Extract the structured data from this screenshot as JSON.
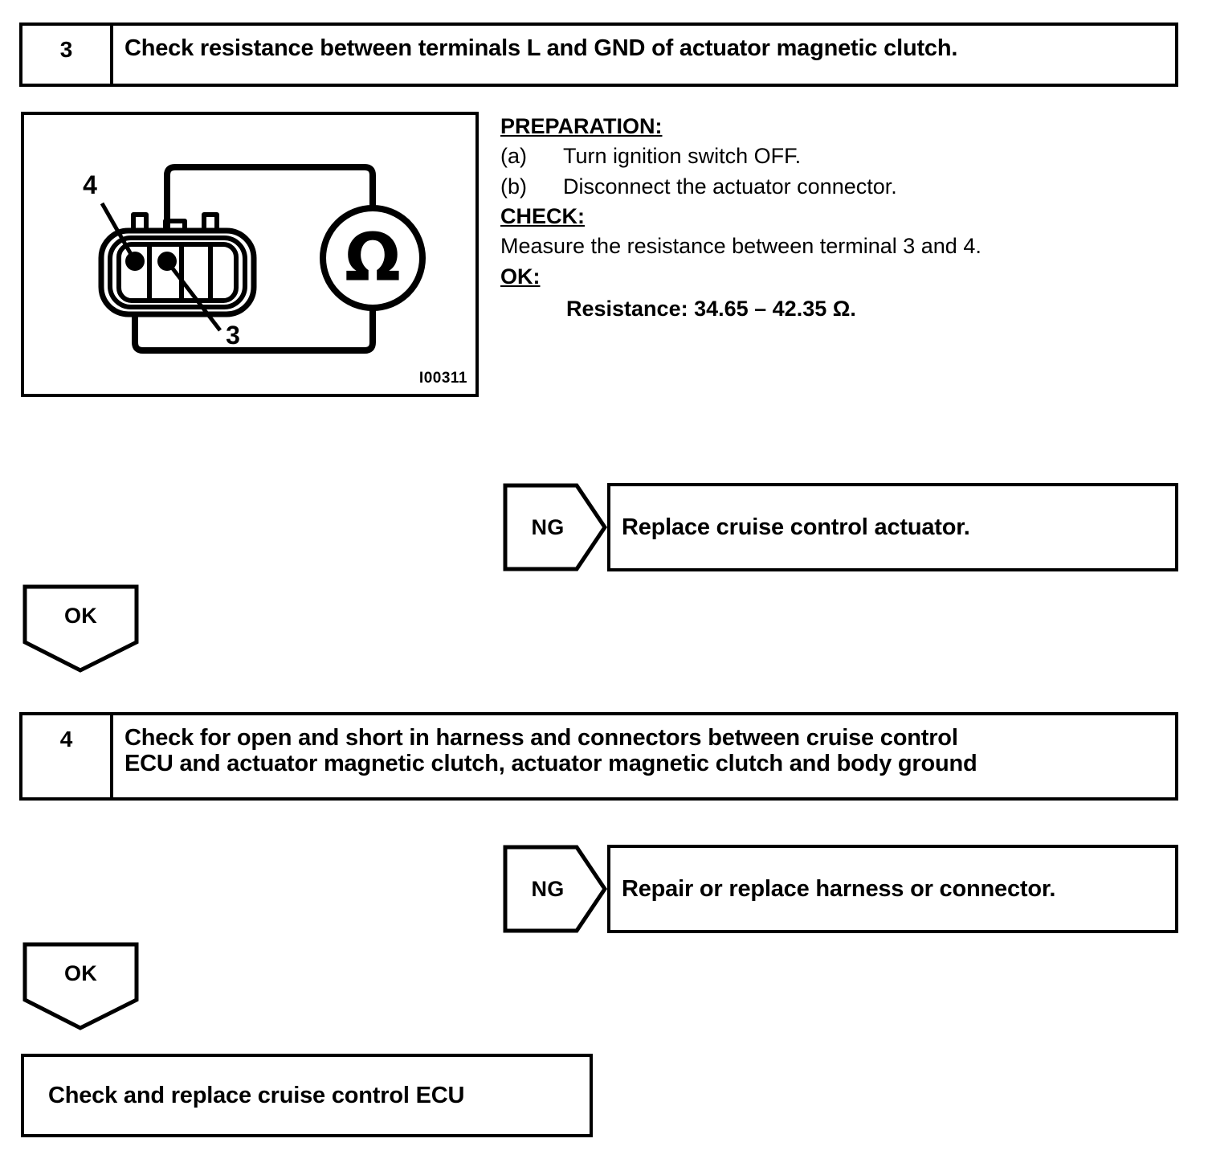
{
  "steps": [
    {
      "number": "3",
      "title": "Check resistance between terminals L and GND of actuator magnetic clutch."
    },
    {
      "number": "4",
      "title": "Check for open and short in harness and connectors between cruise control\nECU and actuator magnetic clutch, actuator magnetic clutch and body ground"
    }
  ],
  "instructions": {
    "preparation_heading": "PREPARATION:",
    "preparation_items": [
      {
        "marker": "(a)",
        "text": "Turn ignition switch OFF."
      },
      {
        "marker": "(b)",
        "text": "Disconnect the actuator connector."
      }
    ],
    "check_heading": "CHECK:",
    "check_text": "Measure the resistance between terminal 3 and 4.",
    "ok_heading": "OK:",
    "ok_spec": "Resistance: 34.65 – 42.35 Ω."
  },
  "figure": {
    "code": "I00311",
    "meter_symbol": "Ω",
    "terminal_labels": [
      {
        "label": "4",
        "terminal": "left-probe"
      },
      {
        "label": "3",
        "terminal": "right-probe"
      }
    ]
  },
  "branches": [
    {
      "judgement": "NG",
      "action": "Replace cruise control actuator."
    },
    {
      "judgement": "NG",
      "action": "Repair or replace harness or connector."
    }
  ],
  "ok_arrows": [
    {
      "label": "OK"
    },
    {
      "label": "OK"
    }
  ],
  "final": {
    "text": "Check and replace cruise control ECU"
  },
  "colors": {
    "ink": "#000000",
    "paper": "#ffffff"
  }
}
